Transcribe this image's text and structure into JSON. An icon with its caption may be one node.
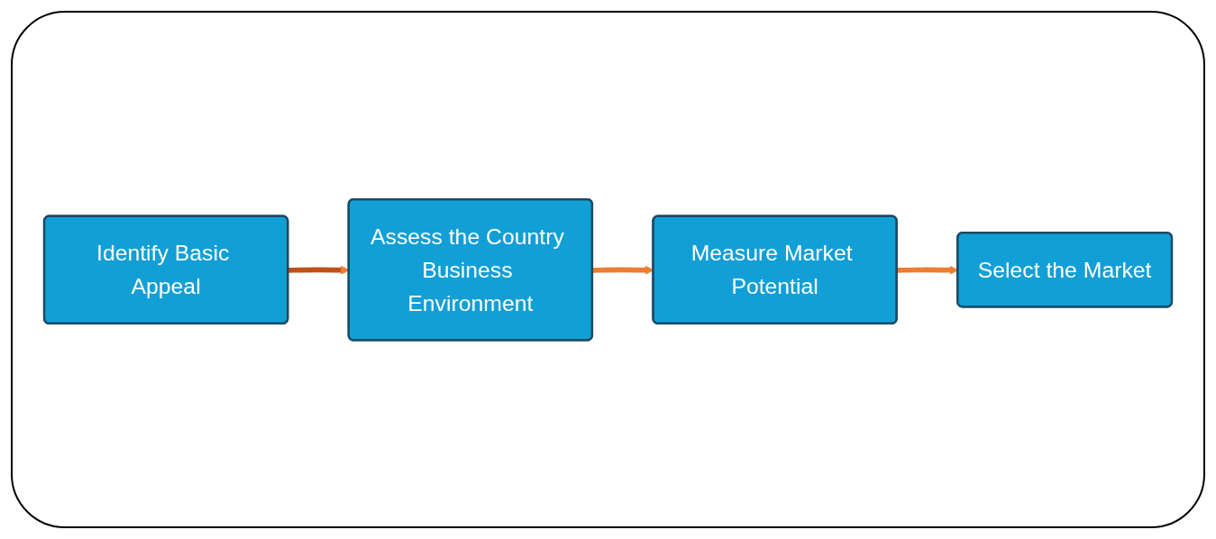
{
  "diagram": {
    "nodes": [
      {
        "text": [
          "Identify Basic Appeal"
        ]
      },
      {
        "text": [
          "Assess the Country Business Environment"
        ]
      },
      {
        "text": [
          "Measure Market Potential"
        ]
      },
      {
        "text": [
          "Select the Market"
        ]
      }
    ],
    "edges": [
      {
        "from": 0,
        "to": 1,
        "arrow": "to",
        "color": "#c0501a"
      },
      {
        "from": 1,
        "to": 2,
        "arrow": "to"
      },
      {
        "from": 2,
        "to": 3,
        "arrow": "to"
      }
    ]
  }
}
